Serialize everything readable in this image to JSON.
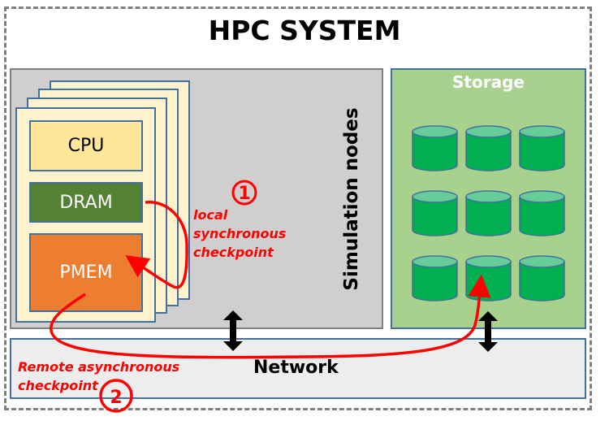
{
  "title": "HPC SYSTEM",
  "simulation_nodes": {
    "label": "Simulation nodes",
    "node_stack_count": 4,
    "components": {
      "cpu": "CPU",
      "dram": "DRAM",
      "pmem": "PMEM"
    }
  },
  "storage": {
    "title": "Storage",
    "disk_rows": 3,
    "disk_cols": 3
  },
  "network": {
    "label": "Network"
  },
  "checkpoints": {
    "local": {
      "number": "1",
      "lines": [
        "local",
        "synchronous",
        "checkpoint"
      ]
    },
    "remote": {
      "number": "2",
      "lines": [
        "Remote asynchronous",
        "checkpoint"
      ]
    }
  },
  "colors": {
    "border_dashed": "#7F7F7F",
    "sim_bg": "#D0CECE",
    "storage_bg": "#A9D18E",
    "network_bg": "#EDEDED",
    "card_bg": "#FFF2CC",
    "cpu_bg": "#FFE699",
    "dram_bg": "#548235",
    "pmem_bg": "#ED7D31",
    "disk_body": "#00B050",
    "disk_top": "#66CC99",
    "disk_outline": "#41719C",
    "accent_red": "#FF0000"
  }
}
